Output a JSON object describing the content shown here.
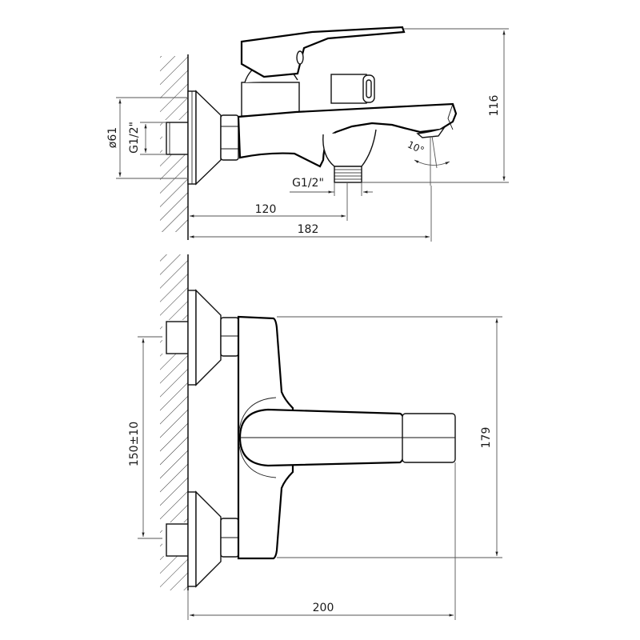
{
  "drawing": {
    "title": "Wall-mounted bath mixer – dimensional drawing",
    "views": [
      {
        "name": "side-view"
      },
      {
        "name": "top-view"
      }
    ],
    "side_view": {
      "dimensions": {
        "flange_diameter": "ø61",
        "inlet_thread": "G1/2\"",
        "outlet_thread": "G1/2\"",
        "spout_angle": "10°",
        "outlet_offset": "120",
        "total_depth": "182",
        "total_height": "116"
      }
    },
    "top_view": {
      "dimensions": {
        "inlet_spacing": "150±10",
        "body_width": "179",
        "total_projection": "200"
      }
    },
    "colors": {
      "line": "#000000",
      "dimension_line": "#555555",
      "background": "#ffffff"
    }
  }
}
